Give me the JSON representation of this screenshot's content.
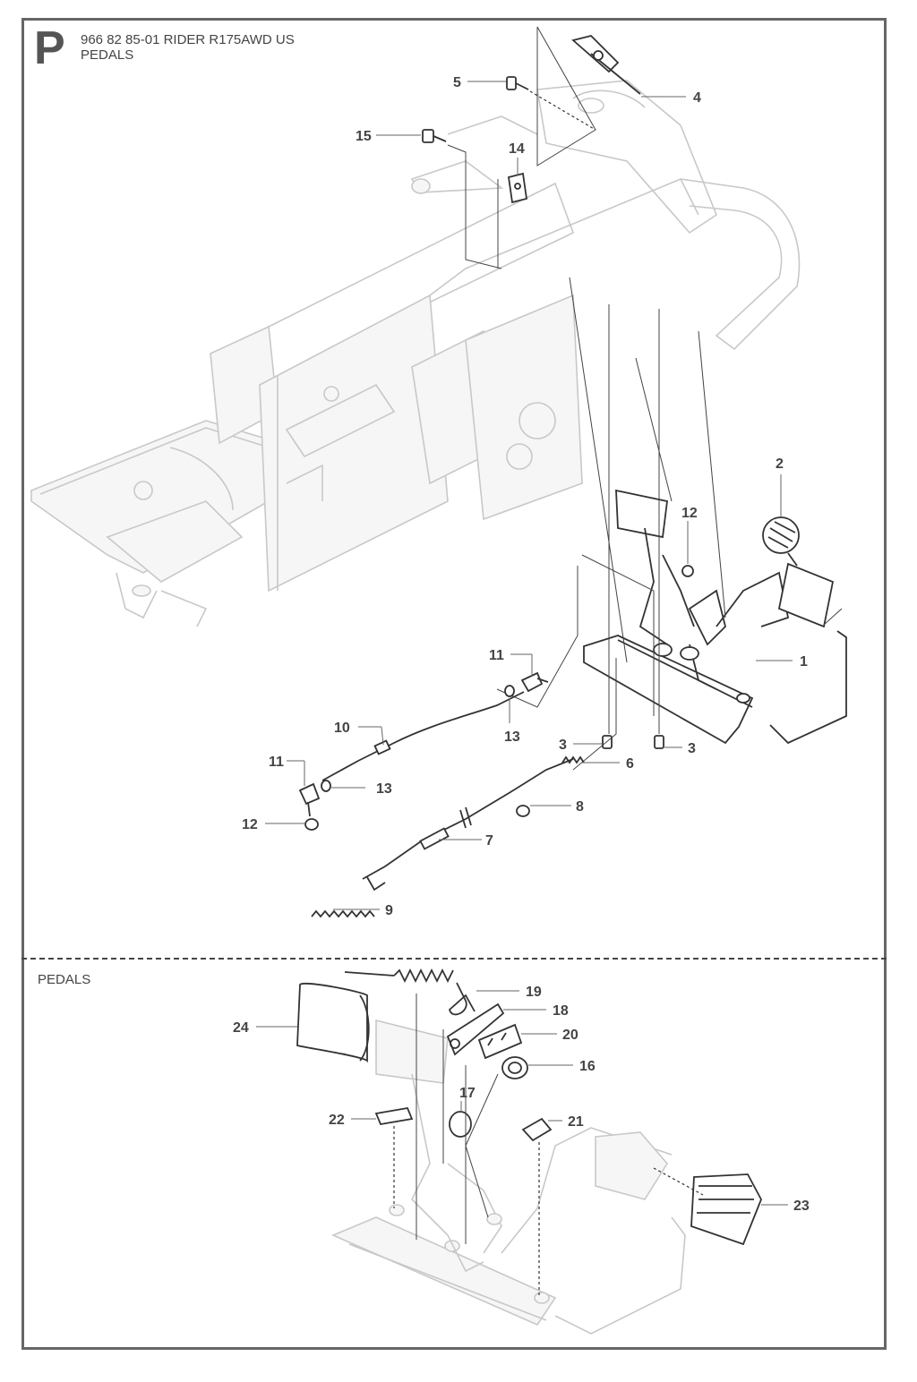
{
  "header": {
    "section_letter": "P",
    "title_line1": "966 82 85-01 RIDER R175AWD US",
    "title_line2": "PEDALS"
  },
  "section2": {
    "label": "PEDALS"
  },
  "callouts": [
    "1",
    "2",
    "3",
    "3",
    "4",
    "5",
    "6",
    "7",
    "8",
    "9",
    "10",
    "11",
    "11",
    "12",
    "12",
    "13",
    "13",
    "14",
    "15",
    "16",
    "17",
    "18",
    "19",
    "20",
    "21",
    "22",
    "23",
    "24"
  ]
}
